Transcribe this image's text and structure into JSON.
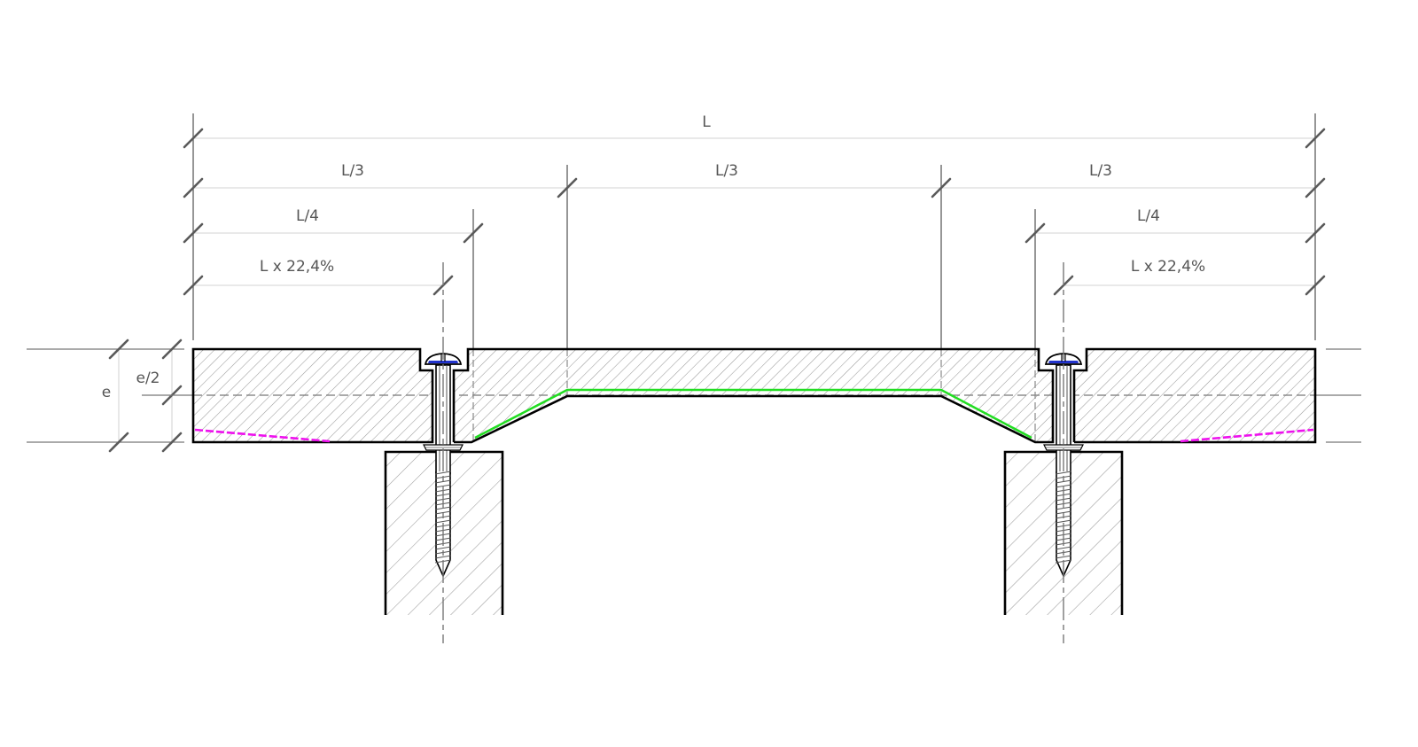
{
  "drawing": {
    "title": "Shelf board screwed onto two supports — dimension diagram",
    "labels": {
      "total_length": "L",
      "third_left": "L/3",
      "third_middle": "L/3",
      "third_right": "L/3",
      "quarter_left": "L/4",
      "quarter_right": "L/4",
      "screw_pos_left": "L x 22,4%",
      "screw_pos_right": "L x 22,4%",
      "thickness": "e",
      "half_thickness": "e/2"
    },
    "colors": {
      "outline": "#000000",
      "dimension": "#5a5a5a",
      "dimension_line": "#dcdcdc",
      "hatch": "#9a9a9a",
      "screw_head_fill": "#2233cc",
      "profile_green": "#22dd22",
      "profile_magenta": "#ee11ee"
    },
    "components": [
      {
        "name": "board",
        "icon": "hatched-section"
      },
      {
        "name": "left-support",
        "icon": "hatched-section"
      },
      {
        "name": "right-support",
        "icon": "hatched-section"
      },
      {
        "name": "left-screw",
        "icon": "screw-icon"
      },
      {
        "name": "right-screw",
        "icon": "screw-icon"
      }
    ]
  }
}
